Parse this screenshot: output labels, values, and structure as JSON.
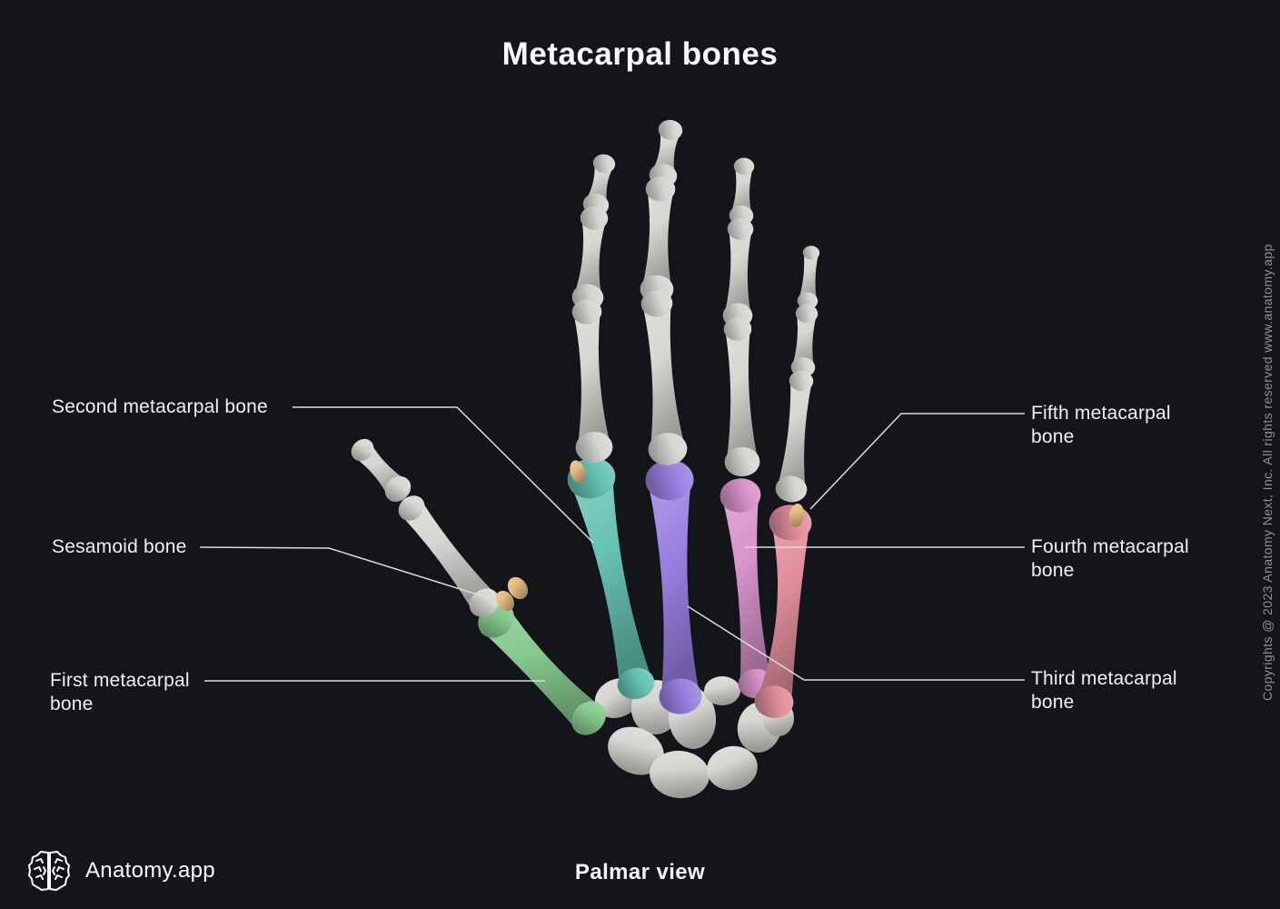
{
  "title": "Metacarpal bones",
  "view_label": "Palmar view",
  "brand": {
    "name": "Anatomy.app",
    "logo_icon": "brain-icon"
  },
  "copyright_text": "Copyrights @ 2023 Anatomy Next, Inc. All rights reserved www.anatomy.app",
  "labels": {
    "second_metacarpal": "Second metacarpal bone",
    "sesamoid": "Sesamoid bone",
    "first_metacarpal": "First metacarpal bone",
    "fifth_metacarpal": "Fifth metacarpal bone",
    "fourth_metacarpal": "Fourth metacarpal bone",
    "third_metacarpal": "Third metacarpal bone"
  },
  "colors": {
    "background": "#13151a",
    "title_text": "#fafafa",
    "label_text": "#f1f1f1",
    "leader_line": "#dcdcdc",
    "copyright_text_color": "#8e9095",
    "bone_gray": "#d8d6d2",
    "metacarpal_first": "#85c98e",
    "metacarpal_second": "#66c2b2",
    "metacarpal_third": "#9a80e2",
    "metacarpal_fourth": "#d793ca",
    "metacarpal_fifth": "#e18e9c",
    "sesamoid_tan": "#e5ba82"
  }
}
